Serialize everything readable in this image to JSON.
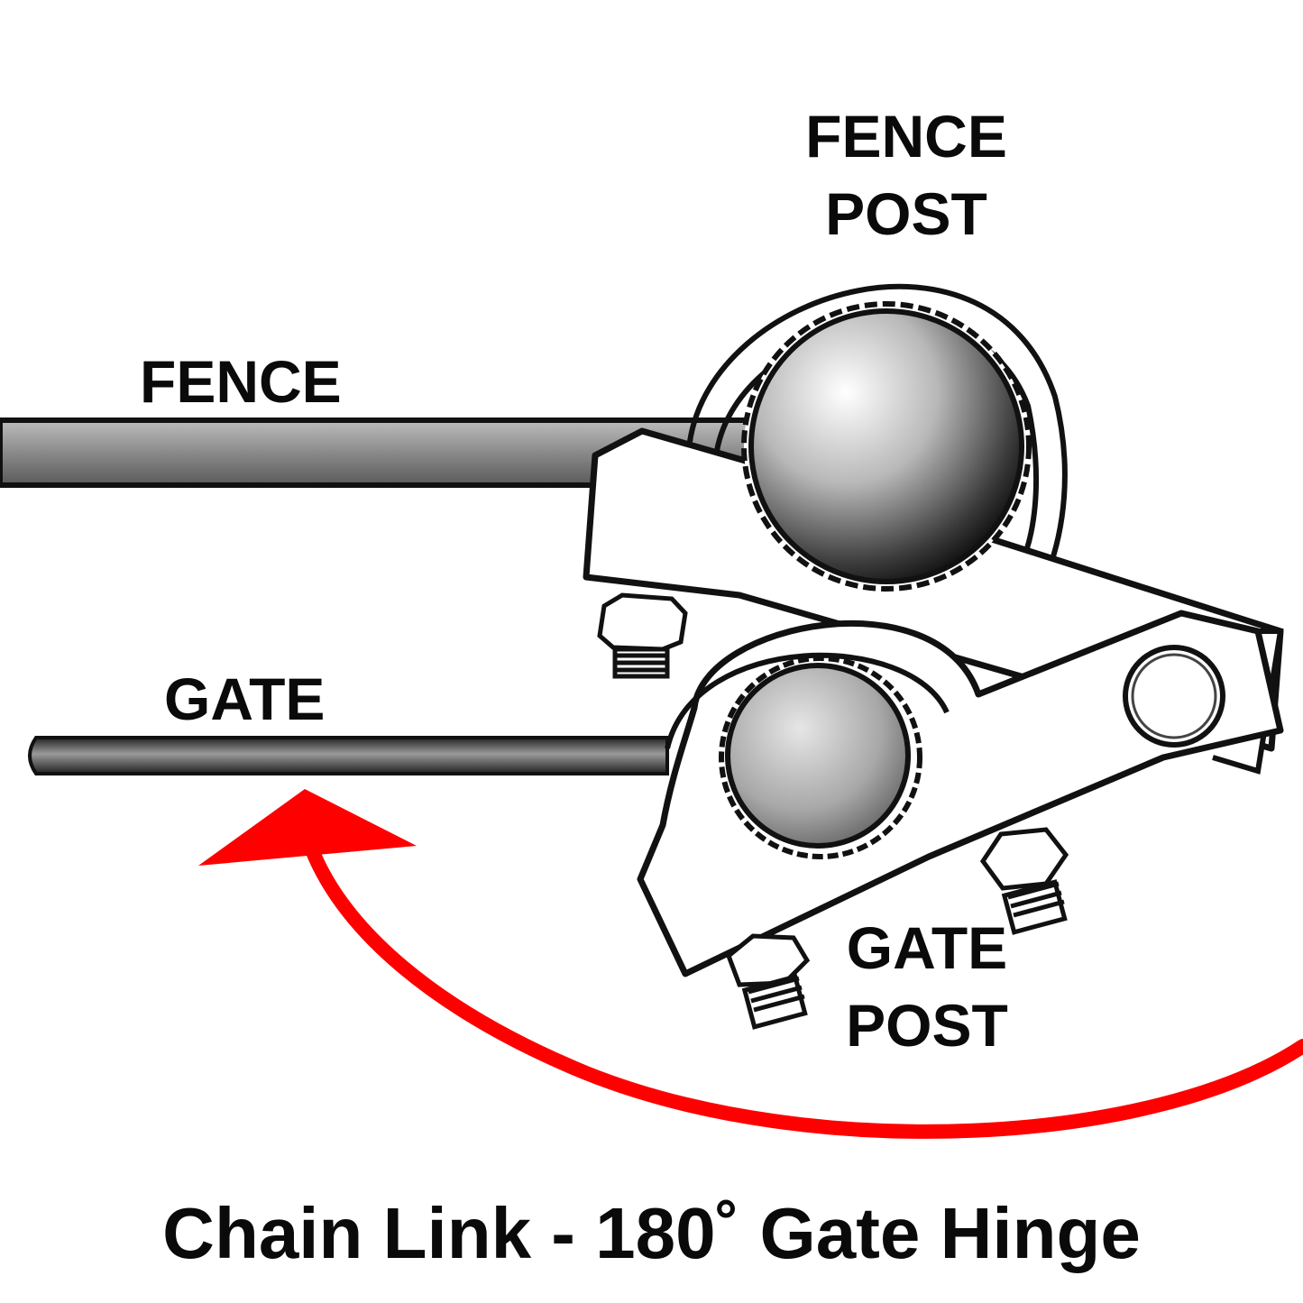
{
  "labels": {
    "fence_post_line1": "FENCE",
    "fence_post_line2": "POST",
    "fence": "FENCE",
    "gate": "GATE",
    "gate_post_line1": "GATE",
    "gate_post_line2": "POST"
  },
  "title": "Chain Link - 180˚ Gate Hinge",
  "colors": {
    "arrow": "#ff0000",
    "outline": "#111111",
    "rail": "#777777"
  }
}
